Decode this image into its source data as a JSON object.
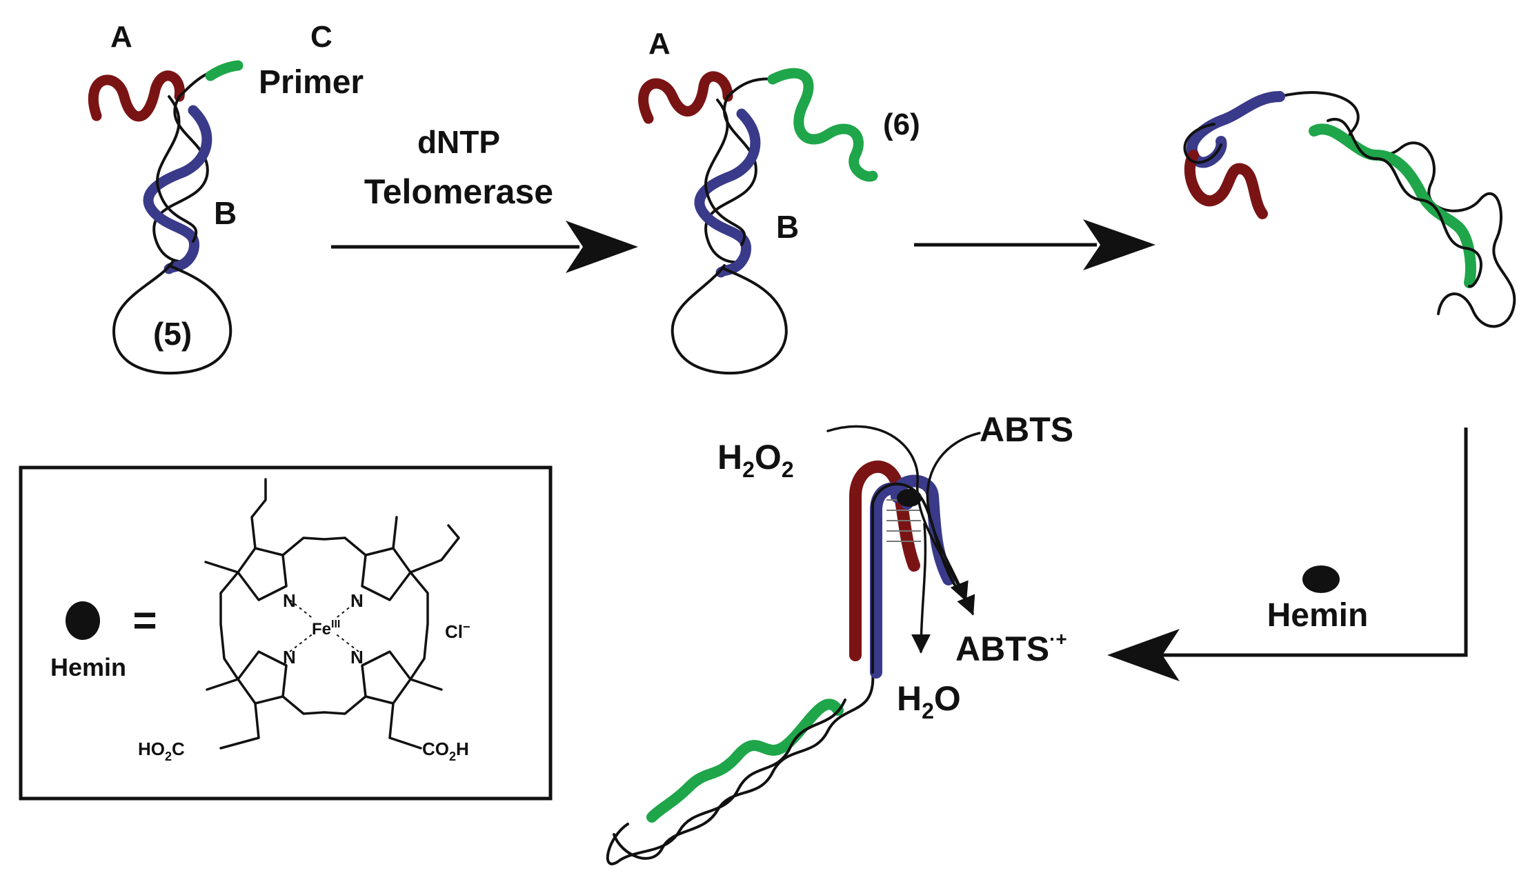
{
  "colors": {
    "strand_a": "#7a1414",
    "strand_b": "#3a3a8a",
    "strand_c": "#1fa64a",
    "line": "#111111"
  },
  "structure_5": {
    "label_a": "A",
    "label_c": "C",
    "label_primer": "Primer",
    "label_b": "B",
    "label_id": "(5)"
  },
  "arrow_1": {
    "line1": "dNTP",
    "line2": "Telomerase"
  },
  "structure_6": {
    "label_a": "A",
    "label_id": "(6)",
    "label_b": "B"
  },
  "hemin_step": {
    "label": "Hemin"
  },
  "reaction": {
    "h2o2": "H",
    "h2o2_sub1": "2",
    "h2o2_o": "O",
    "h2o2_sub2": "2",
    "abts": "ABTS",
    "abts_radical": "ABTS",
    "abts_radical_sup": "·+",
    "h2o_h": "H",
    "h2o_sub": "2",
    "h2o_o": "O"
  },
  "legend": {
    "equals": "=",
    "hemin_label": "Hemin",
    "n1": "N",
    "n2": "N",
    "n3": "N",
    "n4": "N",
    "fe": "Fe",
    "fe_sup": "III",
    "chloride": "Cl",
    "chloride_sup": "−",
    "acid_left": "HO",
    "acid_left_sub": "2",
    "acid_left_c": "C",
    "acid_right": "CO",
    "acid_right_sub": "2",
    "acid_right_h": "H"
  }
}
